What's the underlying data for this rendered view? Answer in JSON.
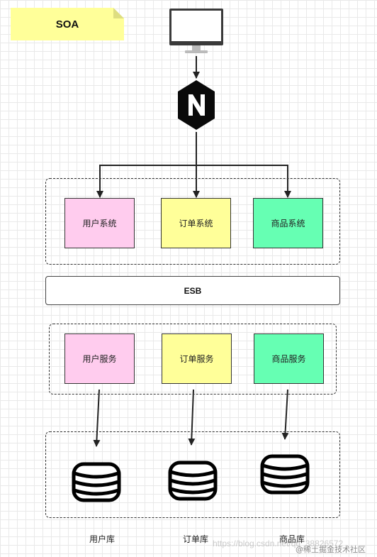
{
  "note": {
    "title": "SOA"
  },
  "icons": {
    "client": "monitor-icon",
    "gateway": "nginx-icon",
    "database": "database-icon"
  },
  "systems": [
    {
      "label": "用户系统",
      "color": "#ffccee"
    },
    {
      "label": "订单系统",
      "color": "#ffff99"
    },
    {
      "label": "商品系统",
      "color": "#66ffb3"
    }
  ],
  "esb": {
    "label": "ESB"
  },
  "services": [
    {
      "label": "用户服务",
      "color": "#ffccee"
    },
    {
      "label": "订单服务",
      "color": "#ffff99"
    },
    {
      "label": "商品服务",
      "color": "#66ffb3"
    }
  ],
  "databases": [
    {
      "label": "用户库"
    },
    {
      "label": "订单库"
    },
    {
      "label": "商品库"
    }
  ],
  "watermark": {
    "url": "https://blog.csdn.net/qq_38826572",
    "site": "@稀土掘金技术社区"
  }
}
